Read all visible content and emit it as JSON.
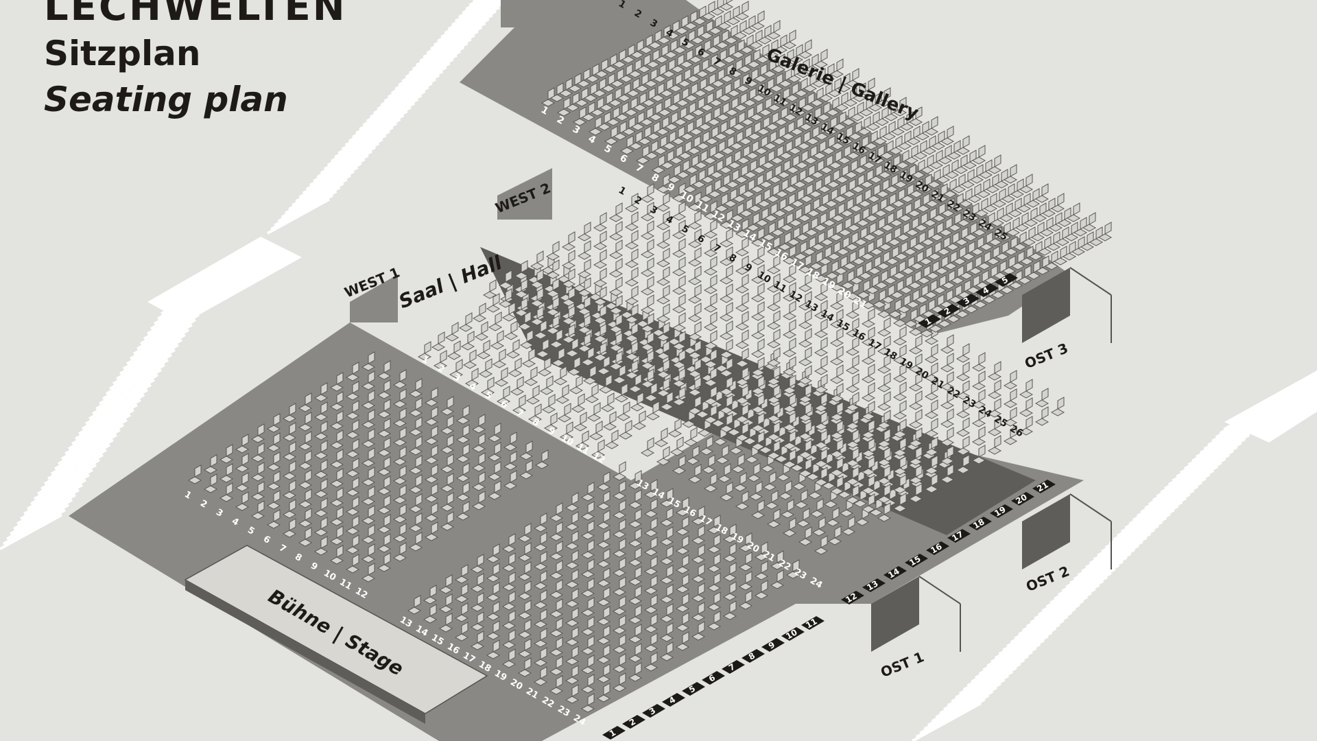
{
  "title": {
    "venue": "LECHWELTEN",
    "line_de": "Sitzplan",
    "line_en": "Seating plan"
  },
  "areas": {
    "gallery": "Galerie | Gallery",
    "hall": "Saal | Hall",
    "stage": "Bühne | Stage"
  },
  "entrances": [
    "WEST 1",
    "WEST 2",
    "OST 1",
    "OST 2",
    "OST 3"
  ],
  "labels": {
    "gallery_seats": [
      "1",
      "2",
      "3",
      "4",
      "5",
      "6",
      "7",
      "8",
      "9",
      "10",
      "11",
      "12",
      "13",
      "14",
      "15",
      "16",
      "17",
      "18",
      "19",
      "20",
      "21",
      "22",
      "23",
      "24",
      "25"
    ],
    "gallery_rows": [
      "1",
      "2",
      "3",
      "4",
      "5",
      "6",
      "7",
      "8",
      "9",
      "10",
      "11",
      "12",
      "13",
      "14",
      "15",
      "16",
      "17",
      "18",
      "19",
      "20",
      "21"
    ],
    "gallery_boxes": [
      "1",
      "2",
      "3",
      "4",
      "5"
    ],
    "hall_seats": [
      "1",
      "2",
      "3",
      "4",
      "5",
      "6",
      "7",
      "8",
      "9",
      "10",
      "11",
      "12",
      "13",
      "14",
      "15",
      "16",
      "17",
      "18",
      "19",
      "20",
      "21",
      "22",
      "23",
      "24",
      "25",
      "26"
    ],
    "floor_left_front": [
      "1",
      "2",
      "3",
      "4",
      "5",
      "6",
      "7",
      "8",
      "9",
      "10",
      "11",
      "12"
    ],
    "floor_left_back": [
      "1",
      "2",
      "3",
      "4",
      "5",
      "6",
      "7",
      "8",
      "9",
      "10",
      "11",
      "12"
    ],
    "floor_right_front": [
      "13",
      "14",
      "15",
      "16",
      "17",
      "18",
      "19",
      "20",
      "21",
      "22",
      "23",
      "24"
    ],
    "floor_right_back": [
      "13",
      "14",
      "15",
      "16",
      "17",
      "18",
      "19",
      "20",
      "21",
      "22",
      "23",
      "24"
    ],
    "hall_boxes": [
      "1",
      "2",
      "3",
      "4",
      "5",
      "6",
      "7",
      "8",
      "9",
      "10",
      "11",
      "12",
      "13",
      "14",
      "15",
      "16",
      "17",
      "18",
      "19",
      "20",
      "21"
    ]
  },
  "colors": {
    "background": "#e3e4df",
    "floor": "#8a8884",
    "floor_dark": "#5f5d59",
    "stage": "#d8d7d2",
    "seat": "#d4d3ce",
    "seat_stroke": "#555350",
    "text_dark": "#1e1b17",
    "text_light": "#ffffff",
    "box": "#1c1a17",
    "stairs": "#ffffff"
  }
}
